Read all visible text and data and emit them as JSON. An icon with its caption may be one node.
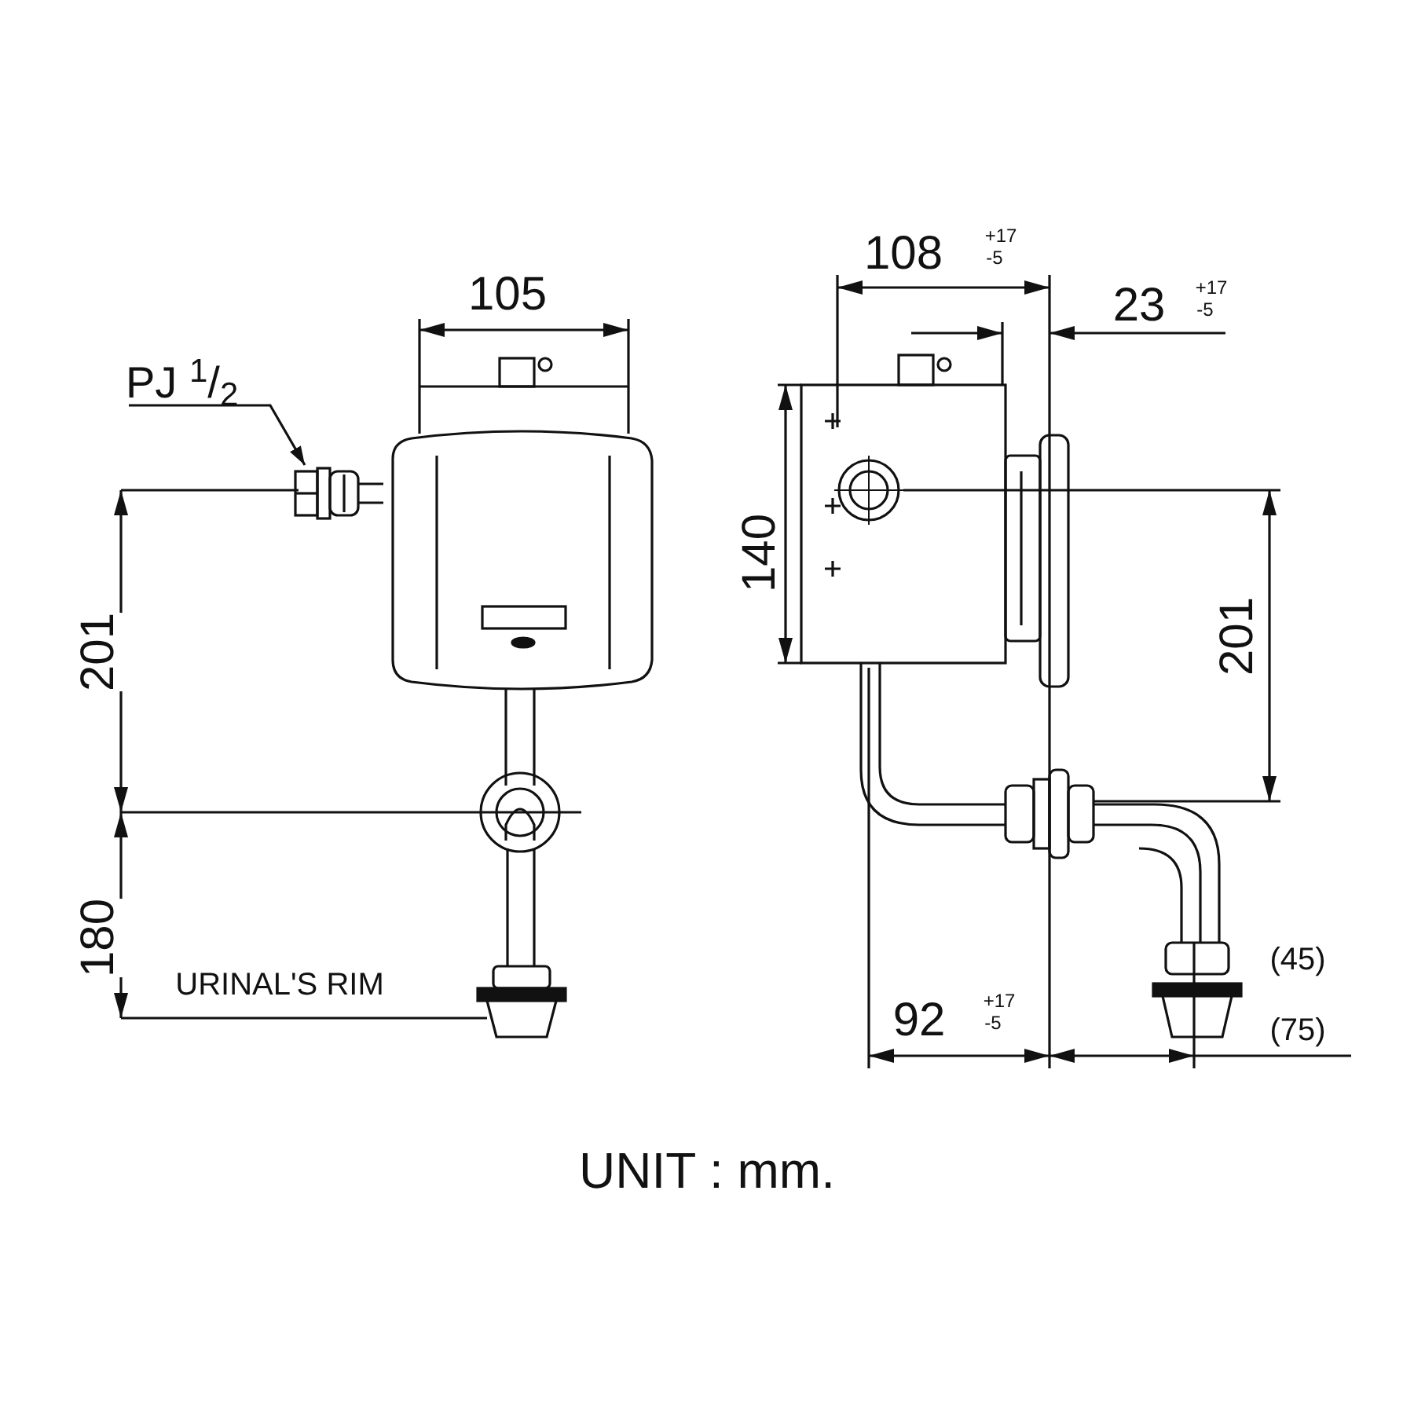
{
  "diagram": {
    "nodes": [
      {
        "text": [
          "PJ $^{1}$/$_{2}$"
        ]
      },
      {
        "text": [],
        "shape": "picture"
      }
    ],
    "edges": [
      {
        "from": 0,
        "to": 1,
        "arrow": "to"
      }
    ],
    "labels": [
      "108",
      "+17",
      "-5",
      "105",
      "23",
      "+17",
      "-5",
      "201",
      "140",
      "201",
      "180",
      "(45)",
      "URINAL'S RIM",
      "92",
      "+17",
      "-5",
      "(75)",
      "UNIT : mm."
    ]
  }
}
